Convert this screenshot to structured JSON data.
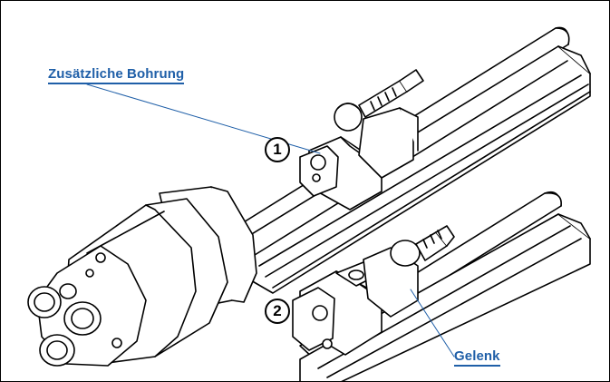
{
  "labels": {
    "extra_bore": "Zusätzliche Bohrung",
    "joint": "Gelenk"
  },
  "markers": {
    "one": "1",
    "two": "2"
  },
  "colors": {
    "callout": "#1f5fa8",
    "line": "#000000",
    "background": "#ffffff"
  }
}
